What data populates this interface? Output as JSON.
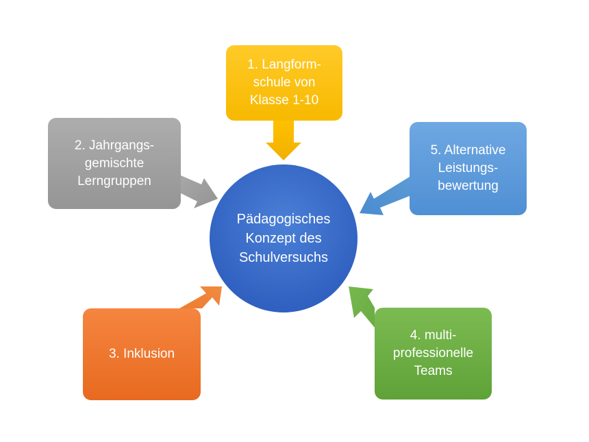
{
  "diagram": {
    "center": {
      "label": "Pädagogisches\nKonzept des\nSchulversuchs",
      "color": "#3f6fcb"
    },
    "items": [
      {
        "label": "1. Langform-\nschule von\nKlasse 1-10",
        "color": "#ffc000"
      },
      {
        "label": "2. Jahrgangs-\ngemischte\nLerngruppen",
        "color": "#a5a5a5"
      },
      {
        "label": "3. Inklusion",
        "color": "#ed7d31"
      },
      {
        "label": "4. multi-\nprofessionelle\nTeams",
        "color": "#70ad47"
      },
      {
        "label": "5. Alternative\nLeistungs-\nbewertung",
        "color": "#5b9bd5"
      }
    ]
  }
}
